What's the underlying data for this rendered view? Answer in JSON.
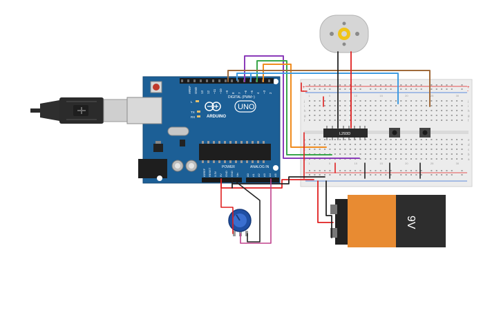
{
  "arduino": {
    "brand": "ARDUINO",
    "model": "UNO",
    "digital_header": "DIGITAL (PWM~)",
    "power_header": "POWER",
    "analog_header": "ANALOG IN",
    "aref": "AREF",
    "gnd": "GND",
    "tx": "TX",
    "rx": "RX",
    "l": "L",
    "digital_pins": [
      "13",
      "12",
      "~11",
      "~10",
      "~9",
      "8",
      "7",
      "~6",
      "~5",
      "4",
      "~3",
      "2",
      "TX→1",
      "RX←0"
    ],
    "power_pins": [
      "IOREF",
      "RESET",
      "3.3V",
      "5V",
      "GND",
      "GND",
      "Vin"
    ],
    "analog_pins": [
      "A0",
      "A1",
      "A2",
      "A3",
      "A4",
      "A5"
    ]
  },
  "breadboard": {
    "rows": [
      "a",
      "b",
      "c",
      "d",
      "e",
      "f",
      "g",
      "h",
      "i",
      "j"
    ],
    "column_labels": [
      "1",
      "5",
      "10",
      "15",
      "20",
      "25",
      "30"
    ]
  },
  "ic": {
    "label": "L293D"
  },
  "battery": {
    "label": "9V"
  },
  "colors": {
    "board": "#1c5f96",
    "breadboard": "#ececec",
    "wire_red": "#e01e1e",
    "wire_black": "#222222",
    "wire_purple": "#8a3ab9",
    "wire_green": "#3aa64a",
    "wire_orange": "#f08c1e",
    "wire_blue": "#3f9be0",
    "wire_brown": "#a06a3a",
    "wire_magenta": "#c0408c"
  }
}
